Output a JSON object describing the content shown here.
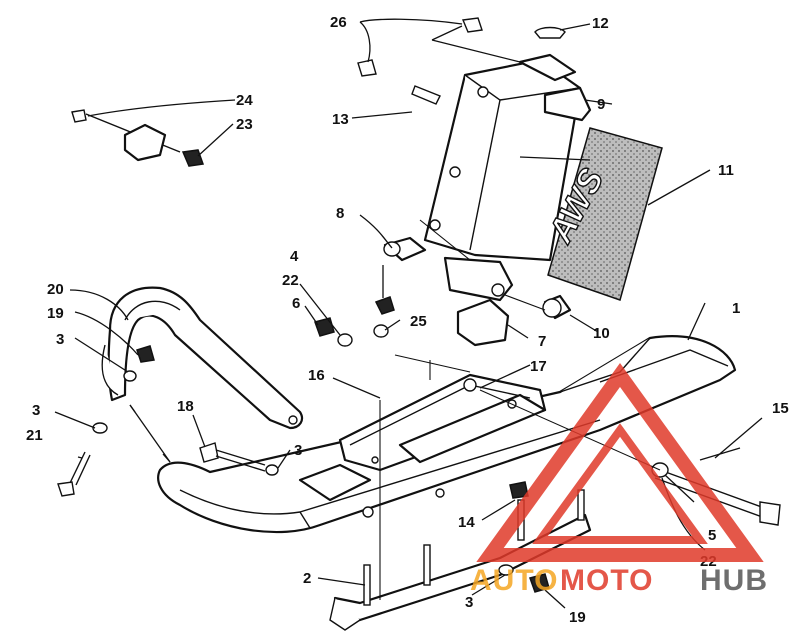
{
  "callouts": {
    "c1": "1",
    "c2": "2",
    "c3a": "3",
    "c3b": "3",
    "c3c": "3",
    "c3d": "3",
    "c4": "4",
    "c5": "5",
    "c6": "6",
    "c7": "7",
    "c8": "8",
    "c9": "9",
    "c10": "10",
    "c11": "11",
    "c12": "12",
    "c13": "13",
    "c14": "14",
    "c15": "15",
    "c16": "16",
    "c17": "17",
    "c18": "18",
    "c19a": "19",
    "c19b": "19",
    "c20": "20",
    "c21": "21",
    "c22a": "22",
    "c22b": "22",
    "c23": "23",
    "c24": "24",
    "c25": "25",
    "c26": "26"
  },
  "watermark": {
    "part1": "AUTO",
    "part2": "MOTO",
    "part3": "HUB",
    "color_orange": "#f5a623",
    "color_red": "#e03a2a",
    "color_gray": "#555555"
  },
  "shock_absorber_label": "AWS"
}
